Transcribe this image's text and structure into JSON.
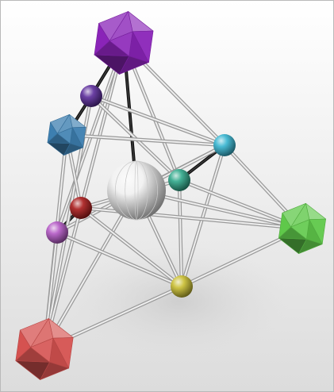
{
  "scene": {
    "kind": "3d-molecular-graph-render",
    "background": {
      "top": "#ffffff",
      "bottom": "#dcdcdc"
    },
    "nodes": [
      {
        "id": "purple-icosahedron",
        "shape": "icosahedron",
        "color": "#8a24b8",
        "size": "large"
      },
      {
        "id": "blue-icosahedron",
        "shape": "icosahedron",
        "color": "#3d7fb0",
        "size": "medium"
      },
      {
        "id": "green-icosahedron",
        "shape": "icosahedron",
        "color": "#5fc84a",
        "size": "large"
      },
      {
        "id": "red-icosahedron",
        "shape": "icosahedron",
        "color": "#d55250",
        "size": "large"
      },
      {
        "id": "white-sphere",
        "shape": "sphere",
        "color": "#f0f0f0",
        "size": "large"
      },
      {
        "id": "cyan-sphere",
        "shape": "sphere",
        "color": "#36b4d0",
        "size": "small"
      },
      {
        "id": "teal-sphere",
        "shape": "sphere",
        "color": "#2fa88a",
        "size": "small"
      },
      {
        "id": "violet-sphere",
        "shape": "sphere",
        "color": "#5a2b9a",
        "size": "small"
      },
      {
        "id": "darkred-sphere",
        "shape": "sphere",
        "color": "#a81a1a",
        "size": "small"
      },
      {
        "id": "orchid-sphere",
        "shape": "sphere",
        "color": "#b257c4",
        "size": "small"
      },
      {
        "id": "yellow-sphere",
        "shape": "sphere",
        "color": "#c8bd30",
        "size": "small"
      }
    ],
    "edges": [
      {
        "from": "purple-icosahedron",
        "to": "violet-sphere",
        "style": "dark"
      },
      {
        "from": "purple-icosahedron",
        "to": "white-sphere",
        "style": "dark"
      },
      {
        "from": "violet-sphere",
        "to": "blue-icosahedron",
        "style": "dark"
      },
      {
        "from": "darkred-sphere",
        "to": "orchid-sphere",
        "style": "dark"
      },
      {
        "from": "teal-sphere",
        "to": "cyan-sphere",
        "style": "dark"
      },
      {
        "from": "purple-icosahedron",
        "to": "cyan-sphere",
        "style": "light"
      },
      {
        "from": "purple-icosahedron",
        "to": "teal-sphere",
        "style": "light"
      },
      {
        "from": "purple-icosahedron",
        "to": "darkred-sphere",
        "style": "light"
      },
      {
        "from": "purple-icosahedron",
        "to": "orchid-sphere",
        "style": "light"
      },
      {
        "from": "violet-sphere",
        "to": "cyan-sphere",
        "style": "light"
      },
      {
        "from": "violet-sphere",
        "to": "teal-sphere",
        "style": "light"
      },
      {
        "from": "violet-sphere",
        "to": "red-icosahedron",
        "style": "light"
      },
      {
        "from": "blue-icosahedron",
        "to": "cyan-sphere",
        "style": "light"
      },
      {
        "from": "blue-icosahedron",
        "to": "darkred-sphere",
        "style": "light"
      },
      {
        "from": "blue-icosahedron",
        "to": "red-icosahedron",
        "style": "light"
      },
      {
        "from": "cyan-sphere",
        "to": "green-icosahedron",
        "style": "light"
      },
      {
        "from": "cyan-sphere",
        "to": "yellow-sphere",
        "style": "light"
      },
      {
        "from": "cyan-sphere",
        "to": "white-sphere",
        "style": "light"
      },
      {
        "from": "cyan-sphere",
        "to": "orchid-sphere",
        "style": "light"
      },
      {
        "from": "teal-sphere",
        "to": "green-icosahedron",
        "style": "light"
      },
      {
        "from": "teal-sphere",
        "to": "yellow-sphere",
        "style": "light"
      },
      {
        "from": "teal-sphere",
        "to": "darkred-sphere",
        "style": "light"
      },
      {
        "from": "white-sphere",
        "to": "green-icosahedron",
        "style": "light"
      },
      {
        "from": "white-sphere",
        "to": "yellow-sphere",
        "style": "light"
      },
      {
        "from": "white-sphere",
        "to": "red-icosahedron",
        "style": "light"
      },
      {
        "from": "darkred-sphere",
        "to": "yellow-sphere",
        "style": "light"
      },
      {
        "from": "darkred-sphere",
        "to": "green-icosahedron",
        "style": "light"
      },
      {
        "from": "darkred-sphere",
        "to": "red-icosahedron",
        "style": "light"
      },
      {
        "from": "orchid-sphere",
        "to": "yellow-sphere",
        "style": "light"
      },
      {
        "from": "orchid-sphere",
        "to": "red-icosahedron",
        "style": "light"
      },
      {
        "from": "yellow-sphere",
        "to": "green-icosahedron",
        "style": "light"
      },
      {
        "from": "yellow-sphere",
        "to": "red-icosahedron",
        "style": "light"
      }
    ]
  }
}
